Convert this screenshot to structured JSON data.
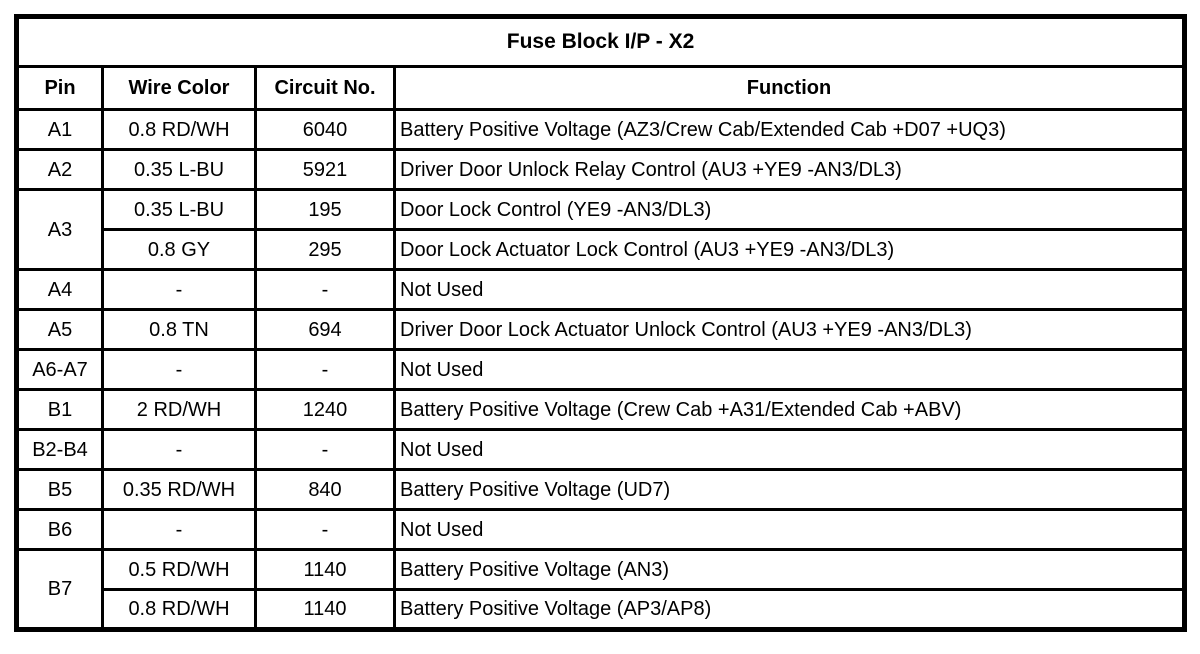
{
  "table": {
    "title": "Fuse Block I/P - X2",
    "columns": [
      "Pin",
      "Wire Color",
      "Circuit No.",
      "Function"
    ],
    "rows": [
      {
        "pin": "A1",
        "wire_color": "0.8 RD/WH",
        "circuit_no": "6040",
        "function": "Battery Positive Voltage (AZ3/Crew Cab/Extended Cab +D07 +UQ3)"
      },
      {
        "pin": "A2",
        "wire_color": "0.35 L-BU",
        "circuit_no": "5921",
        "function": "Driver Door Unlock Relay Control (AU3 +YE9 -AN3/DL3)"
      },
      {
        "pin": "A3",
        "wire_color": "0.35 L-BU",
        "circuit_no": "195",
        "function": "Door Lock Control (YE9 -AN3/DL3)"
      },
      {
        "wire_color": "0.8 GY",
        "circuit_no": "295",
        "function": "Door Lock Actuator Lock Control (AU3 +YE9 -AN3/DL3)"
      },
      {
        "pin": "A4",
        "wire_color": "-",
        "circuit_no": "-",
        "function": "Not Used"
      },
      {
        "pin": "A5",
        "wire_color": "0.8 TN",
        "circuit_no": "694",
        "function": "Driver Door Lock Actuator Unlock Control (AU3 +YE9 -AN3/DL3)"
      },
      {
        "pin": "A6-A7",
        "wire_color": "-",
        "circuit_no": "-",
        "function": "Not Used"
      },
      {
        "pin": "B1",
        "wire_color": "2 RD/WH",
        "circuit_no": "1240",
        "function": "Battery Positive Voltage (Crew Cab +A31/Extended Cab +ABV)"
      },
      {
        "pin": "B2-B4",
        "wire_color": "-",
        "circuit_no": "-",
        "function": "Not Used"
      },
      {
        "pin": "B5",
        "wire_color": "0.35 RD/WH",
        "circuit_no": "840",
        "function": "Battery Positive Voltage (UD7)"
      },
      {
        "pin": "B6",
        "wire_color": "-",
        "circuit_no": "-",
        "function": "Not Used"
      },
      {
        "pin": "B7",
        "wire_color": "0.5 RD/WH",
        "circuit_no": "1140",
        "function": "Battery Positive Voltage (AN3)"
      },
      {
        "wire_color": "0.8 RD/WH",
        "circuit_no": "1140",
        "function": "Battery Positive Voltage (AP3/AP8)"
      }
    ]
  }
}
